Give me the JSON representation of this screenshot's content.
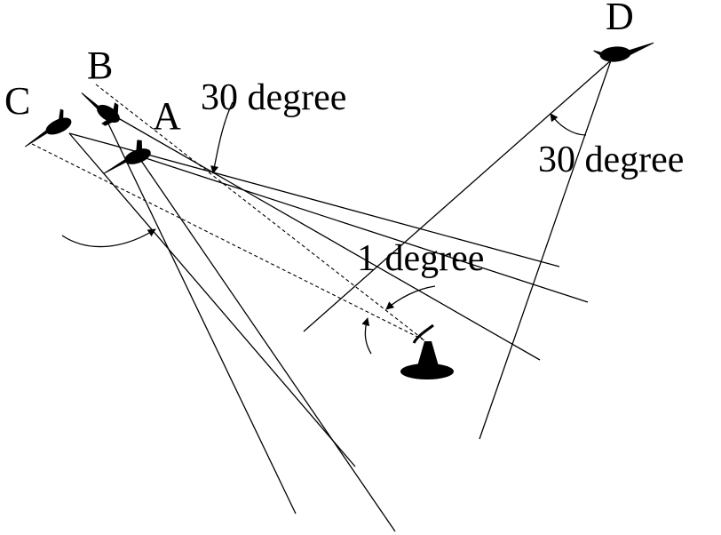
{
  "labels": {
    "a": "A",
    "b": "B",
    "c": "C",
    "d": "D"
  },
  "angles": {
    "left_beam": "30 degree",
    "right_beam": "30 degree",
    "sat_offset": "1 degree"
  },
  "icons": {
    "aircraft": "aircraft-icon",
    "ground_antenna": "ground-antenna-icon"
  },
  "colors": {
    "ink": "#000000",
    "background": "#ffffff"
  }
}
